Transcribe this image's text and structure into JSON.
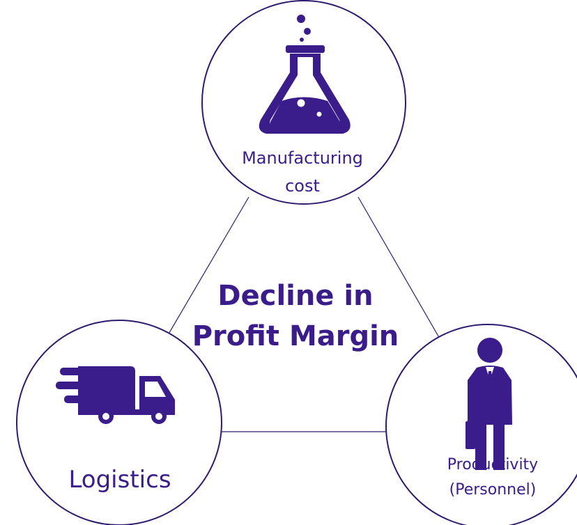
{
  "center_title_line1": "Decline in",
  "center_title_line2": "Profit Margin",
  "nodes": [
    {
      "id": "manufacturing",
      "label_line1": "Manufacturing",
      "label_line2": "cost",
      "icon": "flask-icon"
    },
    {
      "id": "logistics",
      "label_line1": "Logistics",
      "icon": "truck-icon"
    },
    {
      "id": "productivity",
      "label_line1": "Productivity",
      "label_line2": "(Personnel)",
      "icon": "businessman-icon"
    }
  ],
  "colors": {
    "accent": "#3a1d8a",
    "outline": "#2e1a6e"
  }
}
